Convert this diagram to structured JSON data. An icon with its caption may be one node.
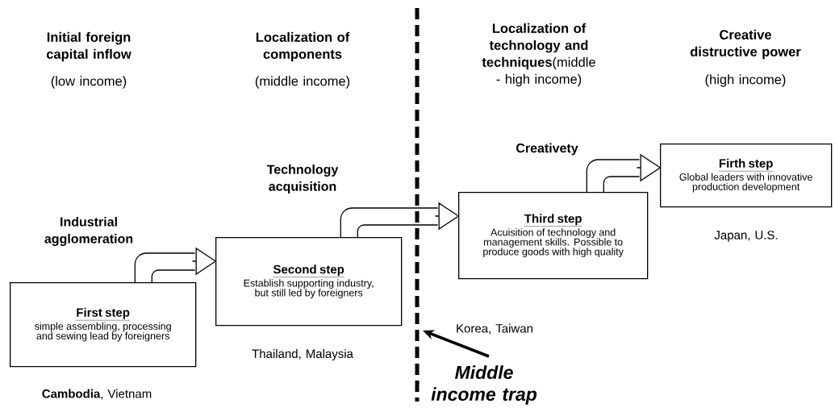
{
  "diagram": {
    "nodes": [
      {
        "text": [
          "First step",
          "simple assembling, processing and sewing lead by foreigners"
        ],
        "beside": [
          "**Cambodia**, Vietnam"
        ]
      },
      {
        "text": [
          "Second step",
          "Establish supporting industry, but still led by foreigners"
        ],
        "beside": [
          "Thailand, Malaysia"
        ]
      },
      {
        "text": [
          "Third step",
          "Acuisition of technology and management skills. Possible to produce goods with high quality"
        ],
        "beside": [
          "Korea, Taiwan"
        ]
      },
      {
        "text": [
          "Firth step",
          "Global leaders with innovative production development"
        ],
        "beside": [
          "Japan, U.S."
        ]
      },
      {
        "text": [
          "Middle income trap"
        ]
      }
    ],
    "edges": [
      {
        "from": 0,
        "to": 1,
        "arrow": "to",
        "label": "Industrial agglomeration"
      },
      {
        "from": 1,
        "to": 2,
        "arrow": "to",
        "label": "Technology acquisition"
      },
      {
        "from": 2,
        "to": 3,
        "arrow": "to",
        "label": "Creativety"
      },
      {
        "from": 4,
        "to": null,
        "arrow": "to",
        "style": "thick"
      }
    ],
    "labels": [
      "Initial foreign capital inflow",
      "(low income)",
      "Localization of components",
      "(middle income)",
      "**Localization of technology and techniques**(middle - high income)",
      "Creative distructive power",
      "(high income)"
    ]
  }
}
